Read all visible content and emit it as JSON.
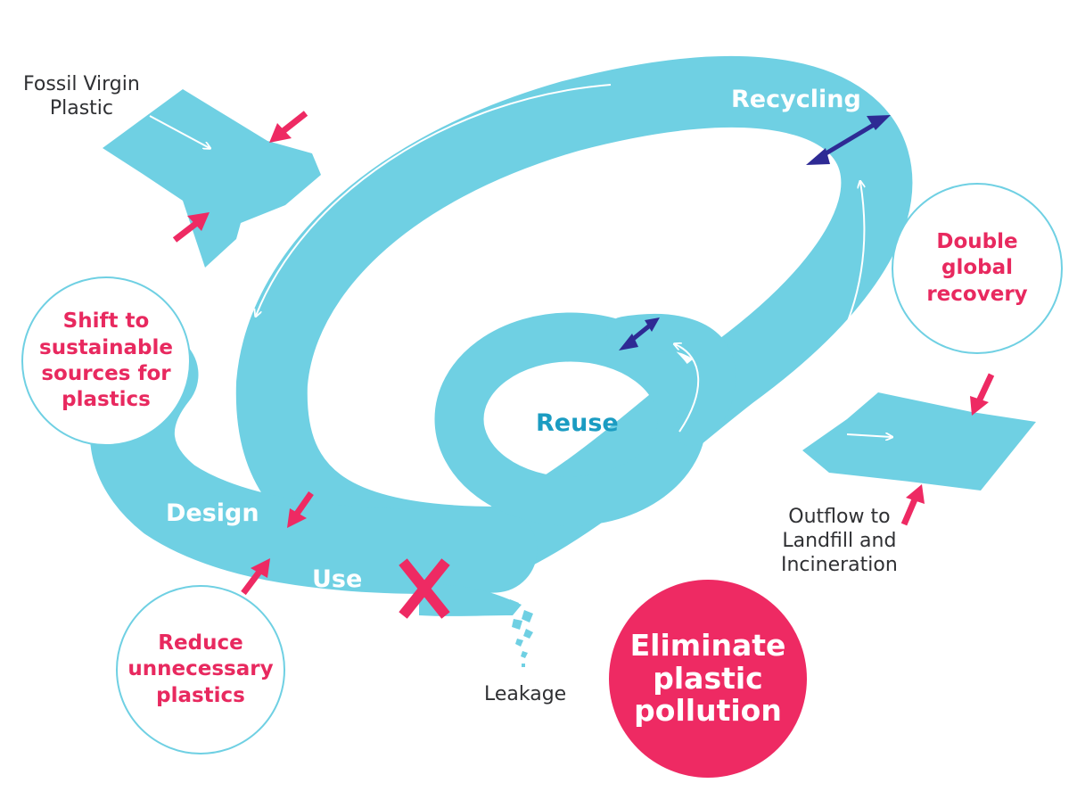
{
  "labels": {
    "fossil_virgin_plastic": "Fossil Virgin\nPlastic",
    "recycling": "Recycling",
    "design": "Design",
    "use": "Use",
    "reuse": "Reuse",
    "outflow": "Outflow to\nLandfill and\nIncineration",
    "leakage": "Leakage"
  },
  "callouts": {
    "shift": "Shift to\nsustainable\nsources for\nplastics",
    "double": "Double\nglobal\nrecovery",
    "reduce": "Reduce\nunnecessary\nplastics",
    "eliminate": "Eliminate\nplastic\npollution"
  },
  "colors": {
    "flow": "#6fd0e3",
    "intervention_arrow": "#ee2a63",
    "exchange_arrow": "#2e2a94",
    "callout_text": "#e8295f",
    "reuse_text": "#1b9cc2"
  }
}
